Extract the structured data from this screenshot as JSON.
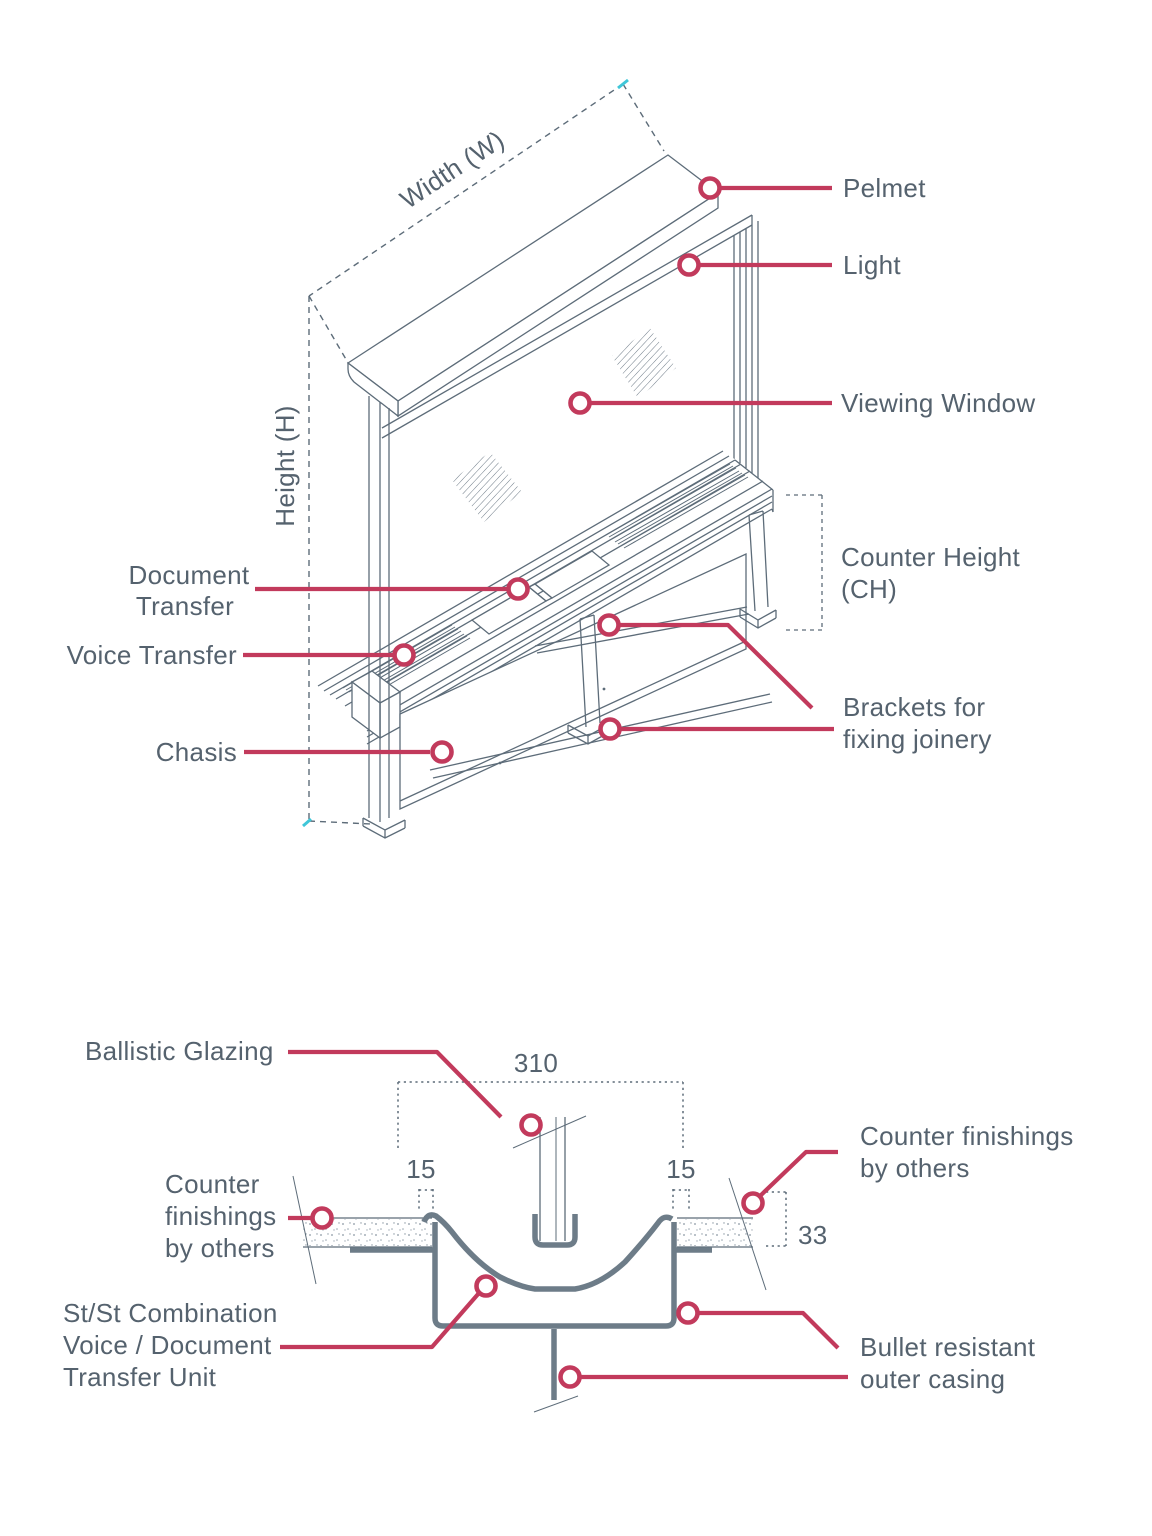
{
  "colors": {
    "accent": "#c23a5c",
    "drawing_line": "#5d6c79",
    "label_text": "#55626e",
    "snap_tick": "#3fc6d8",
    "background": "#ffffff"
  },
  "top_diagram": {
    "dim_width": "Width (W)",
    "dim_height": "Height (H)",
    "dim_counter_height": [
      "Counter Height",
      "(CH)"
    ],
    "label_pelmet": "Pelmet",
    "label_light": "Light",
    "label_viewing_window": "Viewing Window",
    "label_document_transfer": [
      "Document",
      "Transfer"
    ],
    "label_voice_transfer": "Voice Transfer",
    "label_chasis": "Chasis",
    "label_brackets": [
      "Brackets for",
      "fixing joinery"
    ]
  },
  "bottom_diagram": {
    "label_ballistic_glazing": "Ballistic Glazing",
    "label_counter_finishings_left": [
      "Counter",
      "finishings",
      "by others"
    ],
    "label_counter_finishings_right": [
      "Counter finishings",
      "by others"
    ],
    "label_transfer_unit": [
      "St/St Combination",
      "Voice / Document",
      "Transfer Unit"
    ],
    "label_bullet_casing": [
      "Bullet resistant",
      "outer casing"
    ],
    "dim_310": "310",
    "dim_15_left": "15",
    "dim_15_right": "15",
    "dim_33": "33"
  }
}
